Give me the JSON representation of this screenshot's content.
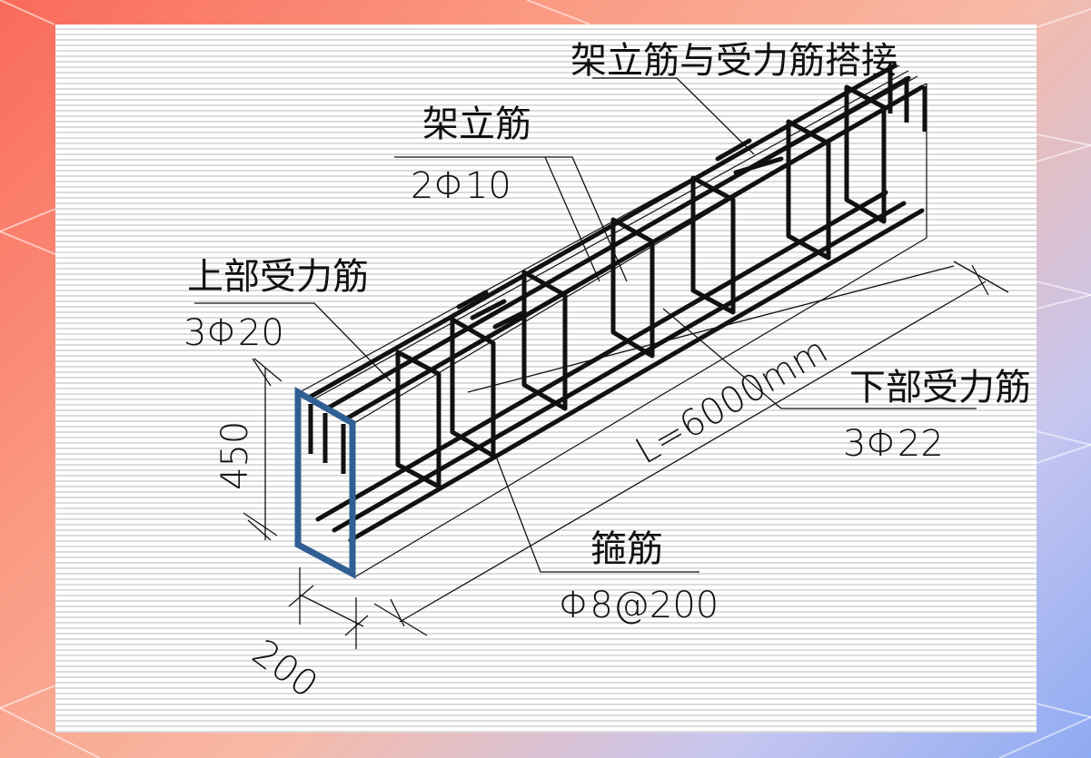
{
  "diagram": {
    "title": "Beam reinforcement cage (isometric)",
    "colors": {
      "background_warm": "#f96a5a",
      "background_cool": "#8eaaf2",
      "sheet": "#ffffff",
      "sheet_lines": "#dcdcdc",
      "rebar": "#111111",
      "highlight_stirrup": "#2f5f93"
    },
    "labels": {
      "lap_splice": "架立筋与受力筋搭接",
      "erection_bar_name": "架立筋",
      "erection_bar_spec": "2Φ10",
      "top_bar_name": "上部受力筋",
      "top_bar_spec": "3Φ20",
      "bottom_bar_name": "下部受力筋",
      "bottom_bar_spec": "3Φ22",
      "stirrup_name": "箍筋",
      "stirrup_spec": "Φ8@200"
    },
    "dimensions": {
      "height": "450",
      "width": "200",
      "length": "L=6000mm"
    }
  }
}
